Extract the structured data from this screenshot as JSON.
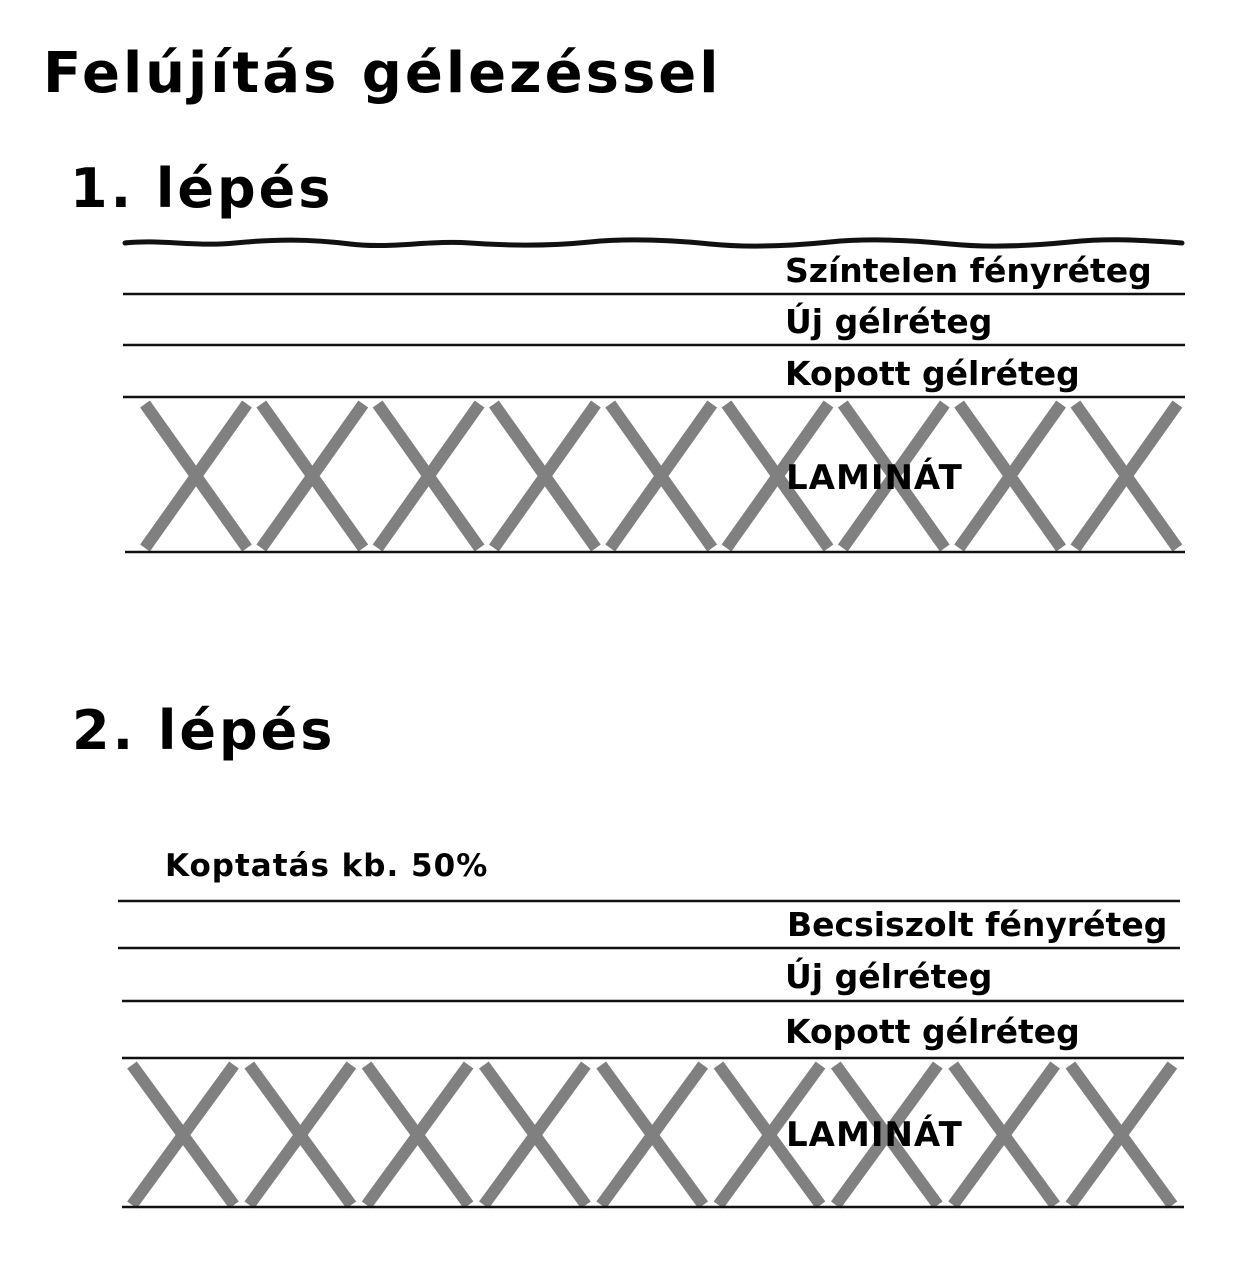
{
  "title": "Felújítás gélezéssel",
  "steps": [
    {
      "heading": "1. lépés",
      "layers": [
        "Színtelen fényréteg",
        "Új gélréteg",
        "Kopott gélréteg"
      ],
      "base_label": "LAMINÁT"
    },
    {
      "heading": "2. lépés",
      "note": "Koptatás kb. 50%",
      "layers": [
        "Becsiszolt fényréteg",
        "Új gélréteg",
        "Kopott gélréteg"
      ],
      "base_label": "LAMINÁT"
    }
  ],
  "colors": {
    "line": "#111111",
    "laminate_pattern": "#808080",
    "background": "#ffffff"
  }
}
